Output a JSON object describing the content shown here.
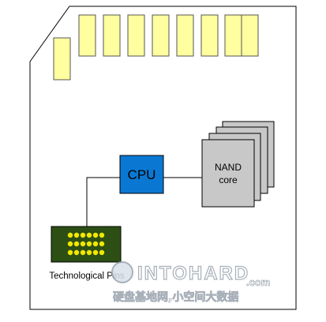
{
  "diagram": {
    "cpu_label": "CPU",
    "nand_label_line1": "NAND",
    "nand_label_line2": "core",
    "pins_label": "Technological Pins",
    "watermark_main": "INTOHARD",
    "watermark_suffix": ".com",
    "watermark_sub": "硬盘基地网,小空间大数据",
    "contact_pin_count": 9,
    "test_pad_grid": {
      "rows": 3,
      "cols": 6
    }
  },
  "colors": {
    "card_outline": "#000000",
    "contact_pin_fill": "#ffffa0",
    "cpu_fill": "#0a78d2",
    "nand_fill": "#c8c8c8",
    "pins_block_fill": "#2d4f14",
    "pin_dot_fill": "#f2e800",
    "watermark": "#9aa3ad"
  }
}
